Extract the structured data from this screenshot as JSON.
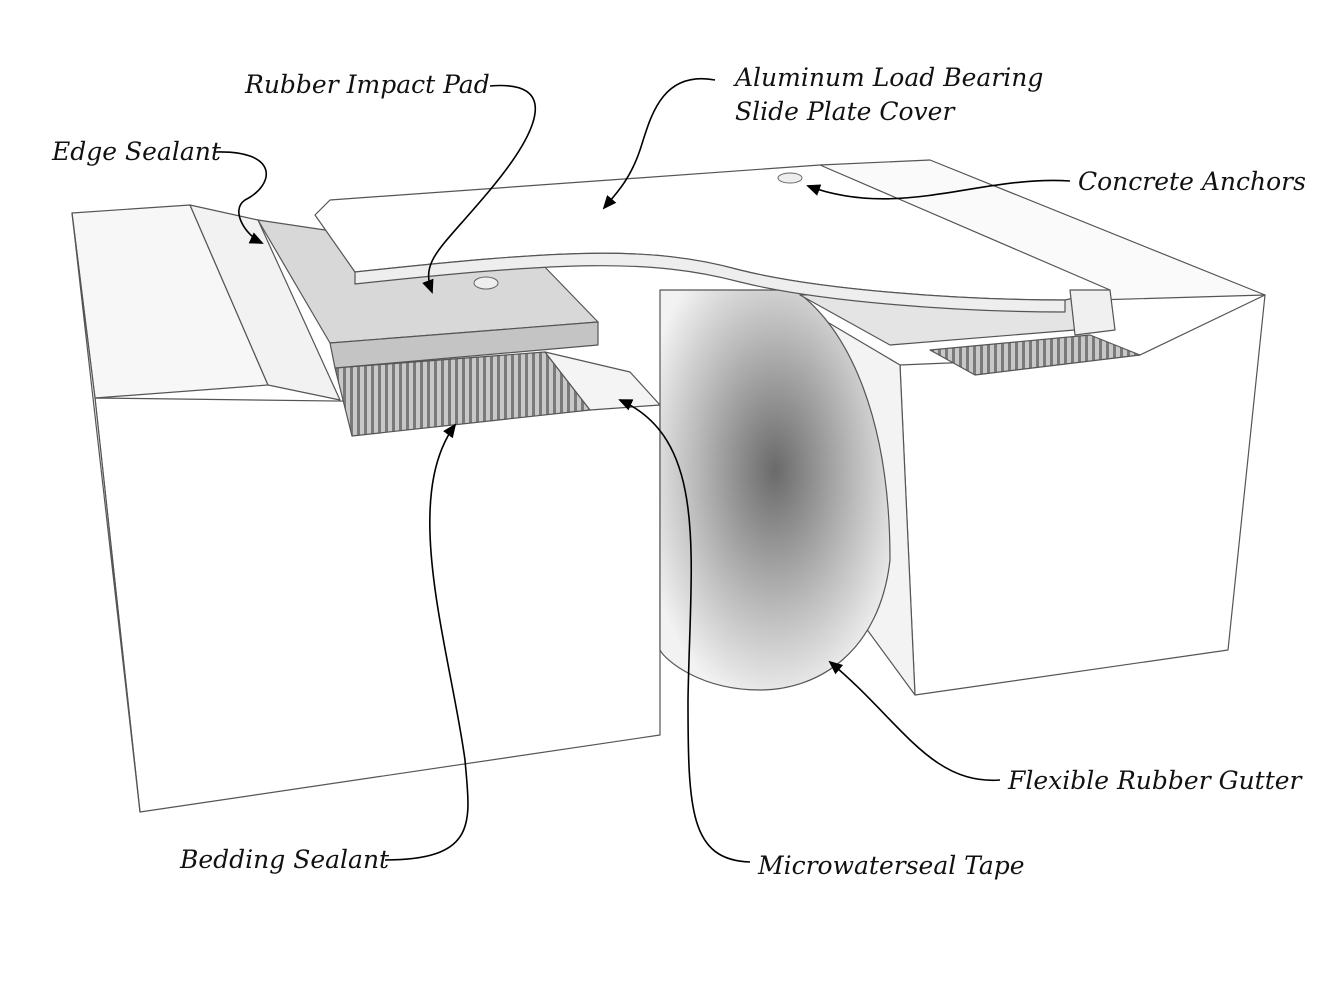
{
  "labels": {
    "rubber_impact_pad": "Rubber Impact Pad",
    "aluminum_cover_line1": "Aluminum Load Bearing",
    "aluminum_cover_line2": "Slide Plate Cover",
    "edge_sealant": "Edge Sealant",
    "concrete_anchors": "Concrete Anchors",
    "bedding_sealant": "Bedding Sealant",
    "microwaterseal_tape": "Microwaterseal Tape",
    "flexible_rubber_gutter": "Flexible Rubber Gutter"
  },
  "colors": {
    "concrete": "#ffffff",
    "pad": "#d6d6d6",
    "bedding": "#9a9a9a",
    "outline": "#555555"
  }
}
